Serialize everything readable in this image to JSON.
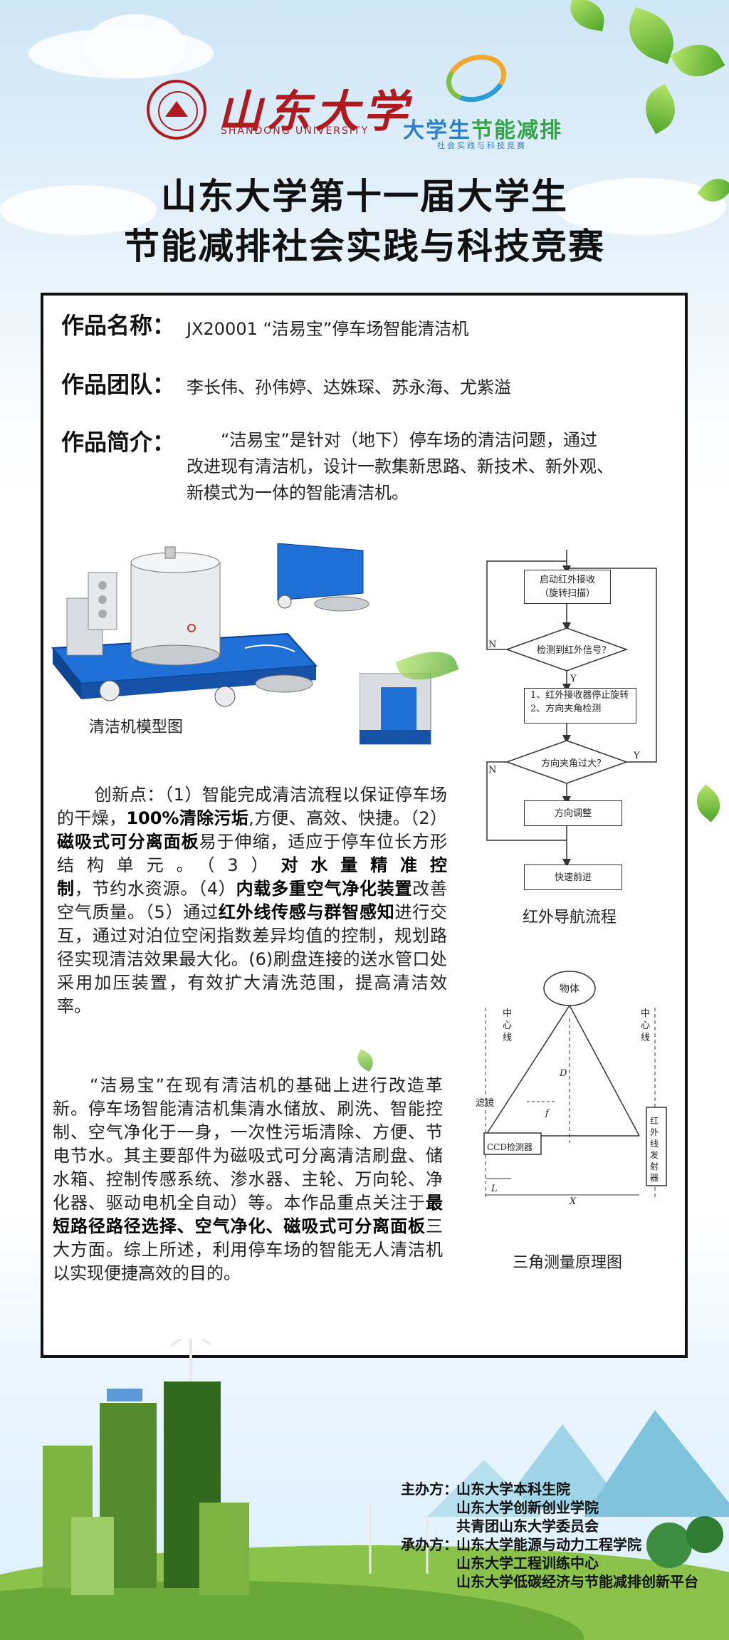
{
  "header": {
    "sdu_name_cn": "山东大学",
    "sdu_name_en": "SHANDONG UNIVERSITY",
    "contest_logo_part1": "大学生",
    "contest_logo_part2": "节能减排",
    "contest_logo_sub": "社会实践与科技竞赛"
  },
  "title": {
    "line1": "山东大学第十一届大学生",
    "line2": "节能减排社会实践与科技竞赛"
  },
  "work": {
    "name_label": "作品名称：",
    "name_value": "JX20001 “洁易宝”停车场智能清洁机",
    "team_label": "作品团队：",
    "team_value": "李长伟、孙伟婷、达姝琛、苏永海、尤紫溢",
    "intro_label": "作品简介：",
    "intro_value": "“洁易宝”是针对（地下）停车场的清洁问题，通过改进现有清洁机，设计一款集新思路、新技术、新外观、新模式为一体的智能清洁机。"
  },
  "model_caption": "清洁机模型图",
  "flowchart": {
    "caption": "红外导航流程",
    "step1_l1": "启动红外接收",
    "step1_l2": "（旋转扫描）",
    "decision1": "检测到红外信号？",
    "step2_l1": "1、红外接收器停止旋转",
    "step2_l2": "2、方向夹角检测",
    "decision2": "方向夹角过大？",
    "step3": "方向调整",
    "step4": "快速前进",
    "no1": "N",
    "yes1": "Y",
    "no2": "N",
    "yes2": "Y"
  },
  "innovation": {
    "t1": "创新点：（1）智能完成清洁流程以保证停车场的干燥，",
    "b1": "100%清除污垢",
    "t2": ",方便、高效、快捷。（2）",
    "b2": "磁吸式可分离面板",
    "t3": "易于伸缩，适应于停车位长方形结构单元。（3）",
    "b3": "对水量精准控制",
    "t4": "，节约水资源。（4）",
    "b4": "内载多重空气净化装置",
    "t5": "改善空气质量。（5）通过",
    "b5": "红外线传感与群智感知",
    "t6": "进行交互，通过对泊位空闲指数差异均值的控制，规划路径实现清洁效果最大化。(6)刷盘连接的送水管口处采用加压装置，有效扩大清洗范围，提高清洁效率。"
  },
  "description": {
    "t1": "“洁易宝”在现有清洁机的基础上进行改造革新。停车场智能清洁机集清水储放、刷洗、智能控制、空气净化于一身，一次性污垢清除、方便、节电节水。其主要部件为磁吸式可分离清洁刷盘、储水箱、控制传感系统、渗水器、主轮、万向轮、净化器、驱动电机全自动）等。本作品重点关注于",
    "b1": "最短路径路径选择、空气净化、磁吸式可分离面板",
    "t2": "三大方面。综上所述，利用停车场的智能无人清洁机以实现便捷高效的目的。"
  },
  "triangle": {
    "caption": "三角测量原理图",
    "object_label": "物体",
    "centerline_left": "中心线",
    "centerline_right": "中心线",
    "lens_label": "滤镜",
    "ccd_label": "CCD检测器",
    "emitter_label": "红外线发射器",
    "d_label": "D",
    "f_label": "f",
    "l_label": "L",
    "x_label": "X"
  },
  "organizers": {
    "host_label": "主办方：",
    "host1": "山东大学本科生院",
    "host2": "山东大学创新创业学院",
    "host3": "共青团山东大学委员会",
    "undertaker_label": "承办方：",
    "und1": "山东大学能源与动力工程学院",
    "und2": "山东大学工程训练中心",
    "und3": "山东大学低碳经济与节能减排创新平台"
  },
  "colors": {
    "sdu_red": "#b01a1f",
    "logo_blue": "#2e7fc8",
    "logo_green": "#36a34a",
    "leaf_green": "#5fb52f",
    "machine_blue": "#1f6fd6"
  }
}
